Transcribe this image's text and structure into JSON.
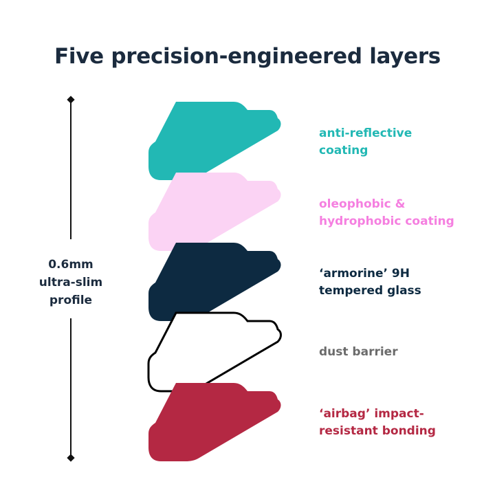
{
  "title": "Five precision-engineered layers",
  "profile": {
    "lines": [
      "0.6mm",
      "ultra-slim",
      "profile"
    ]
  },
  "layers": [
    {
      "lines": [
        "anti-reflective",
        "coating"
      ],
      "fill": "#22b8b4",
      "text_color": "#22b8b4",
      "stroke": "none"
    },
    {
      "lines": [
        "oleophobic &",
        "hydrophobic coating"
      ],
      "fill": "#fbd3f4",
      "text_color": "#f57fe0",
      "stroke": "none"
    },
    {
      "lines": [
        "‘armorine’ 9H",
        "tempered glass"
      ],
      "fill": "#0d2a41",
      "text_color": "#0d2a41",
      "stroke": "none"
    },
    {
      "lines": [
        "dust barrier"
      ],
      "fill": "#ffffff",
      "text_color": "#6b6b6b",
      "stroke": "#000000"
    },
    {
      "lines": [
        "‘airbag’ impact-",
        "resistant bonding"
      ],
      "fill": "#b42843",
      "text_color": "#b42843",
      "stroke": "none"
    }
  ]
}
